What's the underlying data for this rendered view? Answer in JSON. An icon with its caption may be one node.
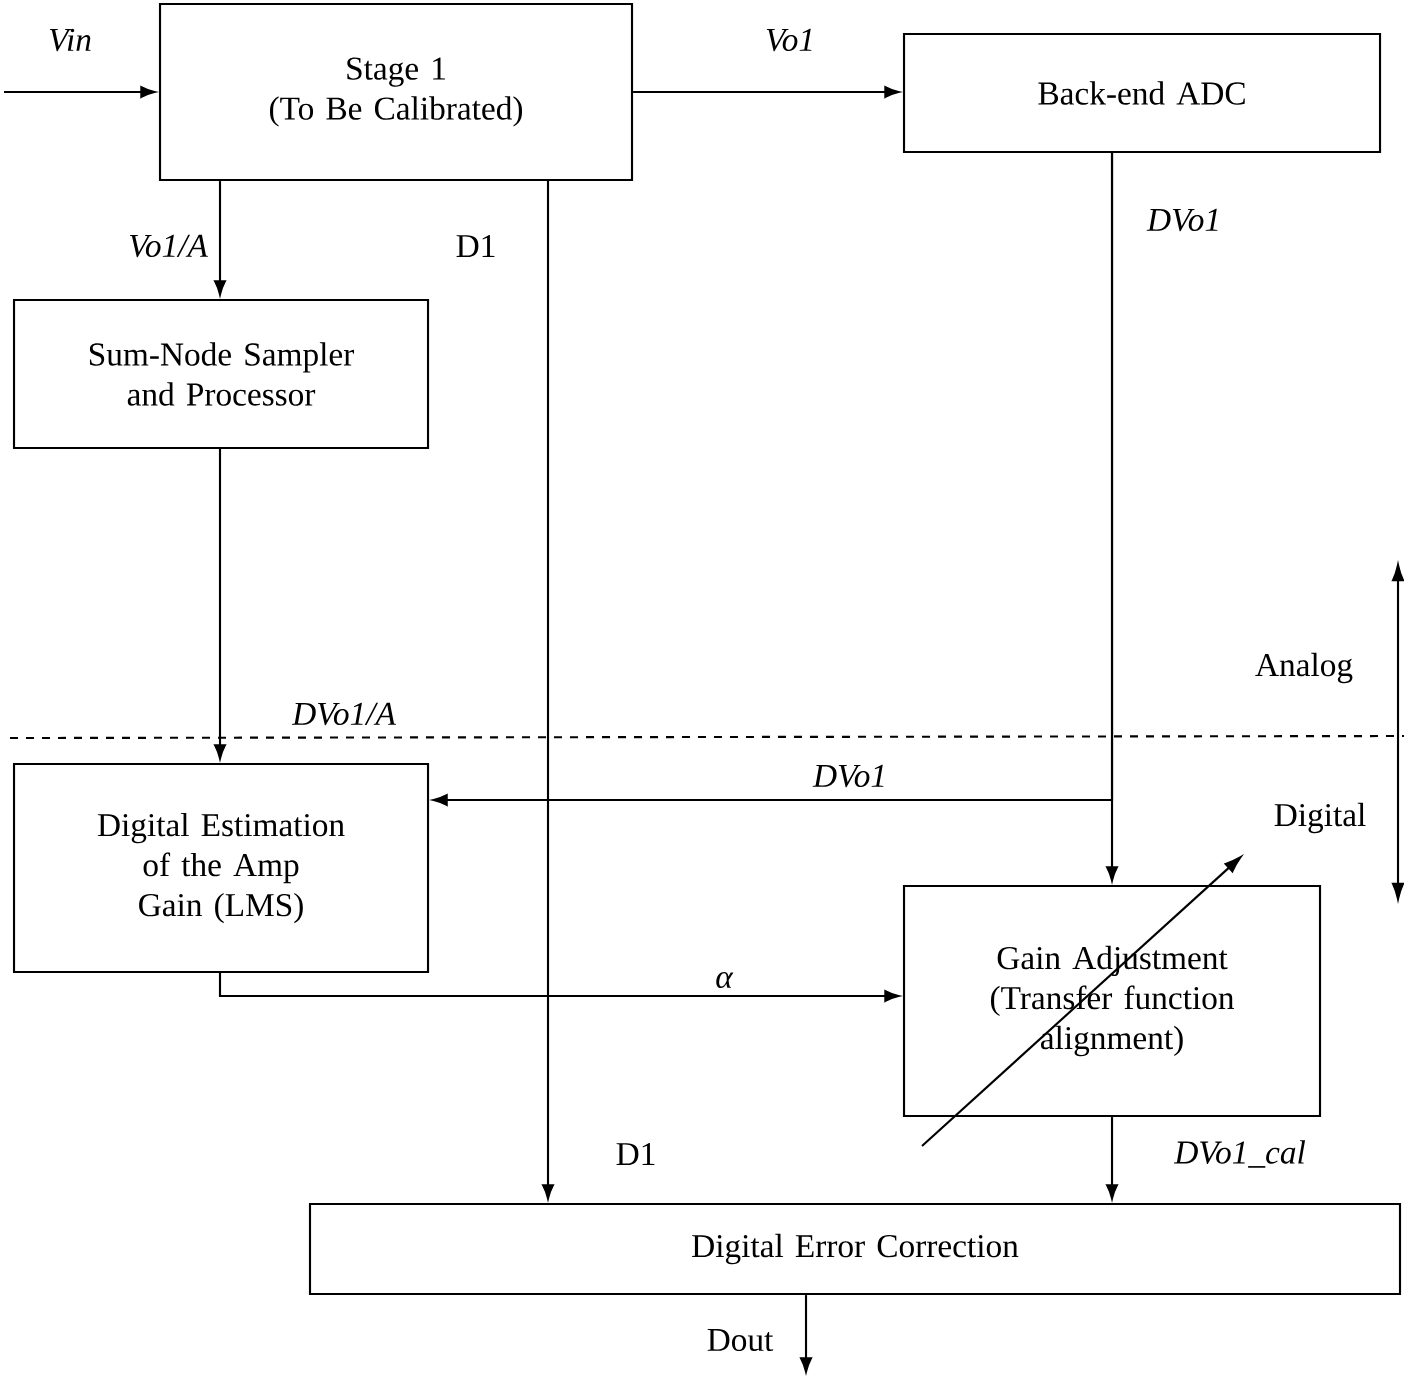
{
  "diagram": {
    "nodes": [
      {
        "text": [
          "Stage 1",
          "(To Be Calibrated)"
        ]
      },
      {
        "text": [
          "Back-end ADC"
        ]
      },
      {
        "text": [
          "Sum-Node Sampler and Processor"
        ]
      },
      {
        "text": [
          "Digital Estimation of the Amp Gain (LMS)"
        ]
      },
      {
        "text": [
          "Gain Adjustment",
          "(Transfer function alignment)"
        ]
      },
      {
        "text": [
          "Digital Error Correction"
        ]
      }
    ],
    "edges": [
      {
        "from": null,
        "to": 0,
        "arrow": "to",
        "label": "Vin"
      },
      {
        "from": 0,
        "to": 1,
        "arrow": "to",
        "label": "Vo1"
      },
      {
        "from": 0,
        "to": 2,
        "arrow": "to",
        "label": "Vo1/A"
      },
      {
        "from": 0,
        "to": 5,
        "arrow": "to",
        "label": "D1"
      },
      {
        "from": 1,
        "to": 4,
        "arrow": "to",
        "label": "DVo1"
      },
      {
        "from": 1,
        "to": 3,
        "arrow": "to",
        "label": "DVo1"
      },
      {
        "from": 2,
        "to": 3,
        "arrow": "to",
        "label": "DVo1/A"
      },
      {
        "from": 3,
        "to": 4,
        "arrow": "to",
        "label": "α"
      },
      {
        "from": 4,
        "to": 5,
        "arrow": "to",
        "label": "DVo1_cal"
      },
      {
        "from": 5,
        "to": null,
        "arrow": "to",
        "label": "Dout"
      }
    ],
    "labels": [
      "D1",
      "Analog",
      "Digital"
    ]
  }
}
